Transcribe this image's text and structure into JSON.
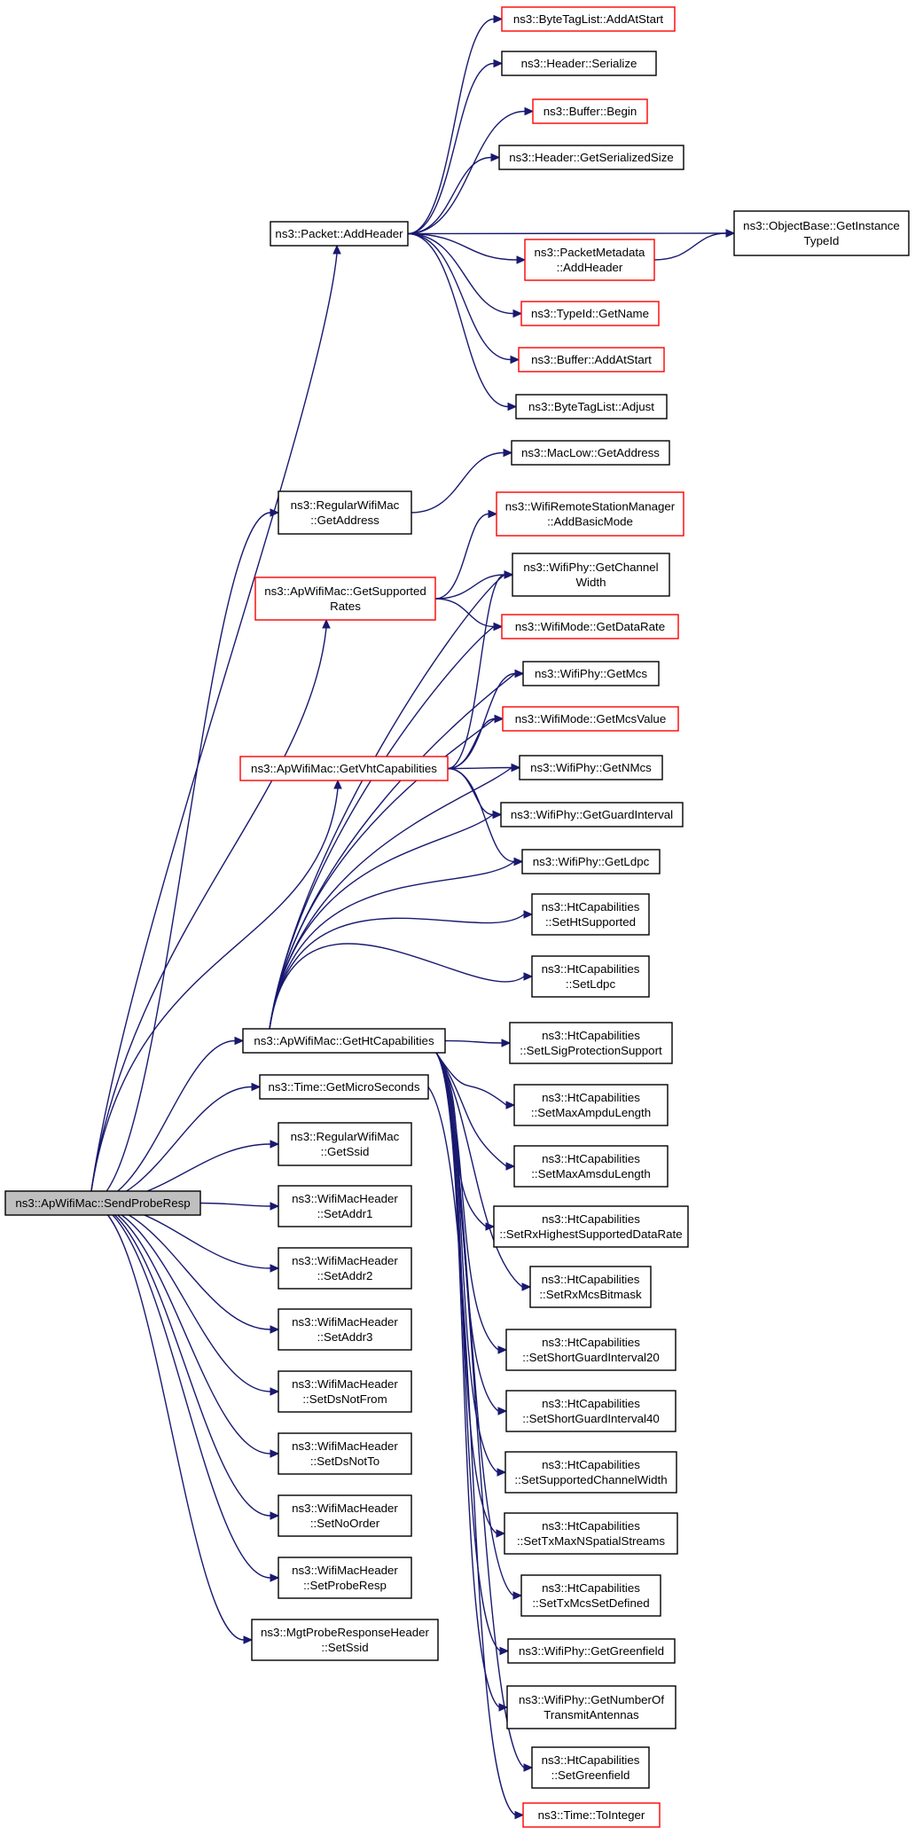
{
  "colors": {
    "edge": "#191970",
    "border_black": "#000000",
    "border_red": "#ff0000",
    "root_fill": "#bfbfbf",
    "fill": "#ffffff"
  },
  "nodes": [
    {
      "id": "root",
      "lines": [
        "ns3::ApWifiMac::SendProbeResp"
      ],
      "border": "black",
      "root": true
    },
    {
      "id": "addheader",
      "lines": [
        "ns3::Packet::AddHeader"
      ],
      "border": "black"
    },
    {
      "id": "btl_addatstart",
      "lines": [
        "ns3::ByteTagList::AddAtStart"
      ],
      "border": "red"
    },
    {
      "id": "hdr_serialize",
      "lines": [
        "ns3::Header::Serialize"
      ],
      "border": "black"
    },
    {
      "id": "buf_begin",
      "lines": [
        "ns3::Buffer::Begin"
      ],
      "border": "red"
    },
    {
      "id": "hdr_getsersize",
      "lines": [
        "ns3::Header::GetSerializedSize"
      ],
      "border": "black"
    },
    {
      "id": "objbase_getinst",
      "lines": [
        "ns3::ObjectBase::GetInstance",
        "TypeId"
      ],
      "border": "black"
    },
    {
      "id": "pktmeta_addheader",
      "lines": [
        "ns3::PacketMetadata",
        "::AddHeader"
      ],
      "border": "red"
    },
    {
      "id": "typeid_getname",
      "lines": [
        "ns3::TypeId::GetName"
      ],
      "border": "red"
    },
    {
      "id": "buf_addatstart",
      "lines": [
        "ns3::Buffer::AddAtStart"
      ],
      "border": "red"
    },
    {
      "id": "btl_adjust",
      "lines": [
        "ns3::ByteTagList::Adjust"
      ],
      "border": "black"
    },
    {
      "id": "maclow_getaddr",
      "lines": [
        "ns3::MacLow::GetAddress"
      ],
      "border": "black"
    },
    {
      "id": "rwm_getaddr",
      "lines": [
        "ns3::RegularWifiMac",
        "::GetAddress"
      ],
      "border": "black"
    },
    {
      "id": "wrsm_addbasic",
      "lines": [
        "ns3::WifiRemoteStationManager",
        "::AddBasicMode"
      ],
      "border": "red"
    },
    {
      "id": "ap_getsuprates",
      "lines": [
        "ns3::ApWifiMac::GetSupported",
        "Rates"
      ],
      "border": "red"
    },
    {
      "id": "phy_getchwidth",
      "lines": [
        "ns3::WifiPhy::GetChannel",
        "Width"
      ],
      "border": "black"
    },
    {
      "id": "mode_getdatarate",
      "lines": [
        "ns3::WifiMode::GetDataRate"
      ],
      "border": "red"
    },
    {
      "id": "phy_getmcs",
      "lines": [
        "ns3::WifiPhy::GetMcs"
      ],
      "border": "black"
    },
    {
      "id": "mode_getmcsval",
      "lines": [
        "ns3::WifiMode::GetMcsValue"
      ],
      "border": "red"
    },
    {
      "id": "ap_getvht",
      "lines": [
        "ns3::ApWifiMac::GetVhtCapabilities"
      ],
      "border": "red"
    },
    {
      "id": "phy_getnmcs",
      "lines": [
        "ns3::WifiPhy::GetNMcs"
      ],
      "border": "black"
    },
    {
      "id": "phy_getguard",
      "lines": [
        "ns3::WifiPhy::GetGuardInterval"
      ],
      "border": "black"
    },
    {
      "id": "phy_getldpc",
      "lines": [
        "ns3::WifiPhy::GetLdpc"
      ],
      "border": "black"
    },
    {
      "id": "ht_setht",
      "lines": [
        "ns3::HtCapabilities",
        "::SetHtSupported"
      ],
      "border": "black"
    },
    {
      "id": "ht_setldpc",
      "lines": [
        "ns3::HtCapabilities",
        "::SetLdpc"
      ],
      "border": "black"
    },
    {
      "id": "ap_getht",
      "lines": [
        "ns3::ApWifiMac::GetHtCapabilities"
      ],
      "border": "black"
    },
    {
      "id": "ht_setlsig",
      "lines": [
        "ns3::HtCapabilities",
        "::SetLSigProtectionSupport"
      ],
      "border": "black"
    },
    {
      "id": "time_getmicro",
      "lines": [
        "ns3::Time::GetMicroSeconds"
      ],
      "border": "black"
    },
    {
      "id": "ht_setmaxampdu",
      "lines": [
        "ns3::HtCapabilities",
        "::SetMaxAmpduLength"
      ],
      "border": "black"
    },
    {
      "id": "rwm_getssid",
      "lines": [
        "ns3::RegularWifiMac",
        "::GetSsid"
      ],
      "border": "black"
    },
    {
      "id": "ht_setmaxamsdu",
      "lines": [
        "ns3::HtCapabilities",
        "::SetMaxAmsduLength"
      ],
      "border": "black"
    },
    {
      "id": "wmh_setaddr1",
      "lines": [
        "ns3::WifiMacHeader",
        "::SetAddr1"
      ],
      "border": "black"
    },
    {
      "id": "ht_setrxhigh",
      "lines": [
        "ns3::HtCapabilities",
        "::SetRxHighestSupportedDataRate"
      ],
      "border": "black"
    },
    {
      "id": "wmh_setaddr2",
      "lines": [
        "ns3::WifiMacHeader",
        "::SetAddr2"
      ],
      "border": "black"
    },
    {
      "id": "ht_setrxmcs",
      "lines": [
        "ns3::HtCapabilities",
        "::SetRxMcsBitmask"
      ],
      "border": "black"
    },
    {
      "id": "wmh_setaddr3",
      "lines": [
        "ns3::WifiMacHeader",
        "::SetAddr3"
      ],
      "border": "black"
    },
    {
      "id": "ht_setsgi20",
      "lines": [
        "ns3::HtCapabilities",
        "::SetShortGuardInterval20"
      ],
      "border": "black"
    },
    {
      "id": "wmh_setdsnotfrom",
      "lines": [
        "ns3::WifiMacHeader",
        "::SetDsNotFrom"
      ],
      "border": "black"
    },
    {
      "id": "ht_setsgi40",
      "lines": [
        "ns3::HtCapabilities",
        "::SetShortGuardInterval40"
      ],
      "border": "black"
    },
    {
      "id": "wmh_setdsnotto",
      "lines": [
        "ns3::WifiMacHeader",
        "::SetDsNotTo"
      ],
      "border": "black"
    },
    {
      "id": "ht_setsupchw",
      "lines": [
        "ns3::HtCapabilities",
        "::SetSupportedChannelWidth"
      ],
      "border": "black"
    },
    {
      "id": "wmh_setnoorder",
      "lines": [
        "ns3::WifiMacHeader",
        "::SetNoOrder"
      ],
      "border": "black"
    },
    {
      "id": "ht_settxmaxnss",
      "lines": [
        "ns3::HtCapabilities",
        "::SetTxMaxNSpatialStreams"
      ],
      "border": "black"
    },
    {
      "id": "wmh_setproberesp",
      "lines": [
        "ns3::WifiMacHeader",
        "::SetProbeResp"
      ],
      "border": "black"
    },
    {
      "id": "ht_settxmcsdef",
      "lines": [
        "ns3::HtCapabilities",
        "::SetTxMcsSetDefined"
      ],
      "border": "black"
    },
    {
      "id": "mprh_setssid",
      "lines": [
        "ns3::MgtProbeResponseHeader",
        "::SetSsid"
      ],
      "border": "black"
    },
    {
      "id": "phy_getgreen",
      "lines": [
        "ns3::WifiPhy::GetGreenfield"
      ],
      "border": "black"
    },
    {
      "id": "phy_getntxant",
      "lines": [
        "ns3::WifiPhy::GetNumberOf",
        "TransmitAntennas"
      ],
      "border": "black"
    },
    {
      "id": "ht_setgreen",
      "lines": [
        "ns3::HtCapabilities",
        "::SetGreenfield"
      ],
      "border": "black"
    },
    {
      "id": "time_tointeger",
      "lines": [
        "ns3::Time::ToInteger"
      ],
      "border": "red"
    }
  ],
  "edges": [
    [
      "root",
      "addheader"
    ],
    [
      "root",
      "rwm_getaddr"
    ],
    [
      "root",
      "ap_getsuprates"
    ],
    [
      "root",
      "ap_getvht"
    ],
    [
      "root",
      "ap_getht"
    ],
    [
      "root",
      "time_getmicro"
    ],
    [
      "root",
      "rwm_getssid"
    ],
    [
      "root",
      "wmh_setaddr1"
    ],
    [
      "root",
      "wmh_setaddr2"
    ],
    [
      "root",
      "wmh_setaddr3"
    ],
    [
      "root",
      "wmh_setdsnotfrom"
    ],
    [
      "root",
      "wmh_setdsnotto"
    ],
    [
      "root",
      "wmh_setnoorder"
    ],
    [
      "root",
      "wmh_setproberesp"
    ],
    [
      "root",
      "mprh_setssid"
    ],
    [
      "addheader",
      "btl_addatstart"
    ],
    [
      "addheader",
      "hdr_serialize"
    ],
    [
      "addheader",
      "buf_begin"
    ],
    [
      "addheader",
      "hdr_getsersize"
    ],
    [
      "addheader",
      "objbase_getinst"
    ],
    [
      "addheader",
      "pktmeta_addheader"
    ],
    [
      "addheader",
      "typeid_getname"
    ],
    [
      "addheader",
      "buf_addatstart"
    ],
    [
      "addheader",
      "btl_adjust"
    ],
    [
      "pktmeta_addheader",
      "objbase_getinst"
    ],
    [
      "rwm_getaddr",
      "maclow_getaddr"
    ],
    [
      "ap_getsuprates",
      "wrsm_addbasic"
    ],
    [
      "ap_getsuprates",
      "phy_getchwidth"
    ],
    [
      "ap_getsuprates",
      "mode_getdatarate"
    ],
    [
      "ap_getvht",
      "phy_getchwidth"
    ],
    [
      "ap_getvht",
      "phy_getmcs"
    ],
    [
      "ap_getvht",
      "mode_getmcsval"
    ],
    [
      "ap_getvht",
      "phy_getnmcs"
    ],
    [
      "ap_getvht",
      "phy_getguard"
    ],
    [
      "ap_getvht",
      "phy_getldpc"
    ],
    [
      "ap_getht",
      "phy_getchwidth"
    ],
    [
      "ap_getht",
      "mode_getdatarate"
    ],
    [
      "ap_getht",
      "phy_getmcs"
    ],
    [
      "ap_getht",
      "mode_getmcsval"
    ],
    [
      "ap_getht",
      "phy_getnmcs"
    ],
    [
      "ap_getht",
      "phy_getguard"
    ],
    [
      "ap_getht",
      "phy_getldpc"
    ],
    [
      "ap_getht",
      "ht_setht"
    ],
    [
      "ap_getht",
      "ht_setldpc"
    ],
    [
      "ap_getht",
      "ht_setlsig"
    ],
    [
      "ap_getht",
      "ht_setmaxampdu"
    ],
    [
      "ap_getht",
      "ht_setmaxamsdu"
    ],
    [
      "ap_getht",
      "ht_setrxhigh"
    ],
    [
      "ap_getht",
      "ht_setrxmcs"
    ],
    [
      "ap_getht",
      "ht_setsgi20"
    ],
    [
      "ap_getht",
      "ht_setsgi40"
    ],
    [
      "ap_getht",
      "ht_setsupchw"
    ],
    [
      "ap_getht",
      "ht_settxmaxnss"
    ],
    [
      "ap_getht",
      "ht_settxmcsdef"
    ],
    [
      "ap_getht",
      "phy_getgreen"
    ],
    [
      "ap_getht",
      "phy_getntxant"
    ],
    [
      "ap_getht",
      "ht_setgreen"
    ],
    [
      "time_getmicro",
      "time_tointeger"
    ]
  ]
}
